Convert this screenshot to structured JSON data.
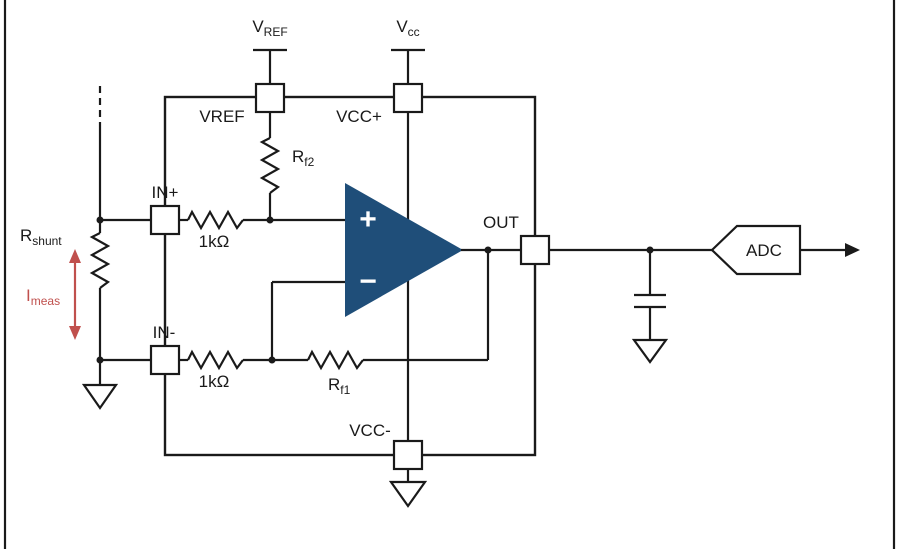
{
  "colors": {
    "line": "#1a1a1a",
    "opamp_fill": "#1f4e79",
    "accent_red": "#c0504d",
    "background": "#ffffff"
  },
  "supplies": {
    "vref": {
      "main": "V",
      "sub": "REF"
    },
    "vcc": {
      "main": "V",
      "sub": "cc"
    }
  },
  "ic": {
    "pins": {
      "vref": "VREF",
      "vcc_plus": "VCC+",
      "in_plus": "IN+",
      "in_minus": "IN-",
      "out": "OUT",
      "vcc_minus": "VCC-"
    },
    "opamp": {
      "plus": "+",
      "minus": "−"
    },
    "resistors": {
      "rf2": {
        "main": "R",
        "sub": "f2"
      },
      "rf1": {
        "main": "R",
        "sub": "f1"
      },
      "rin_plus": "1kΩ",
      "rin_minus": "1kΩ"
    }
  },
  "external": {
    "rshunt": {
      "main": "R",
      "sub": "shunt"
    },
    "imeas": {
      "main": "I",
      "sub": "meas"
    },
    "adc": "ADC"
  }
}
